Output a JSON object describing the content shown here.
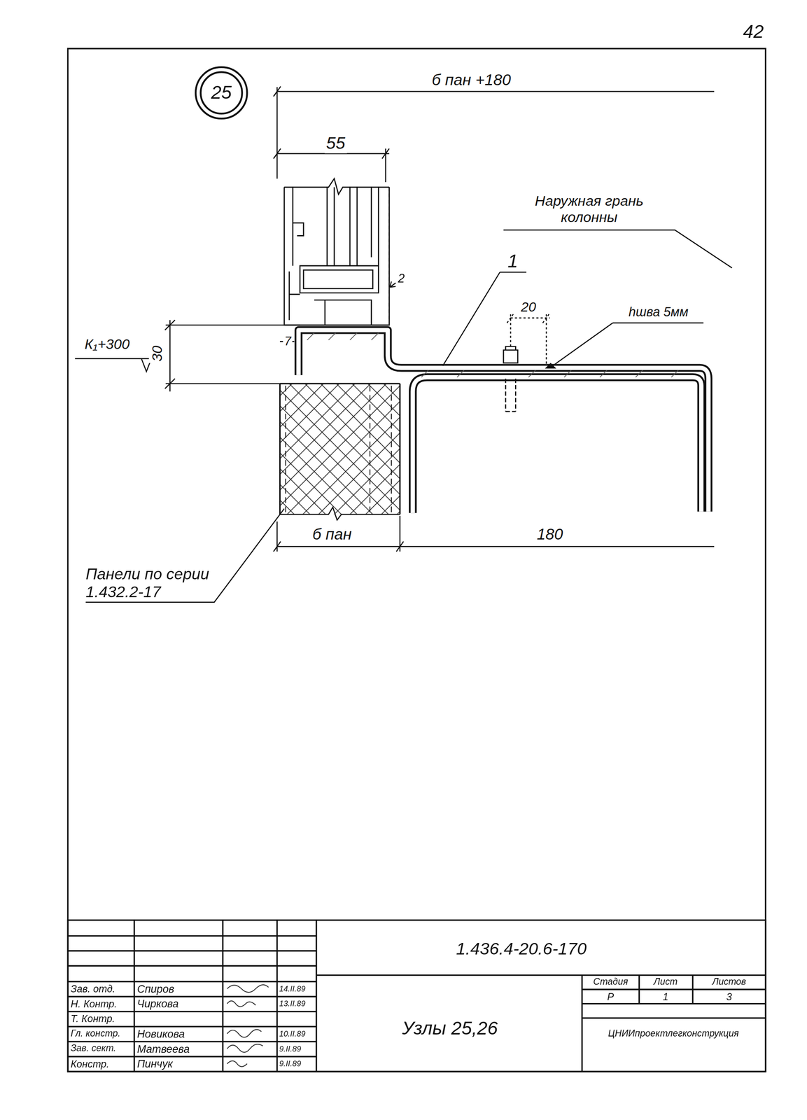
{
  "diagram": {
    "nodes": [
      {
        "text": [
          "25"
        ]
      }
    ],
    "labels": [
      "42",
      "б пан +180",
      "55",
      "Наружная грань колонны",
      "1",
      "2",
      "20",
      "hшва 5мм",
      "К₁+300",
      "30",
      "7",
      "б пан",
      "180",
      "Панели по серии 1.432.2-17",
      "Зав. отд.",
      "Спиров",
      "14.II.89",
      "Н. Контр.",
      "Чиркова",
      "13.II.89",
      "Т. Контр.",
      "Гл. констр.",
      "Новикова",
      "10.II.89",
      "Зав. сект.",
      "Матвеева",
      "9.II.89",
      "Констр.",
      "Пинчук",
      "9.II.89",
      "1.436.4-20.6-170",
      "Узлы 25,26",
      "Стадия",
      "Лист",
      "Листов",
      "Р",
      "1",
      "3",
      "ЦНИИпроектлегконструкция"
    ]
  }
}
